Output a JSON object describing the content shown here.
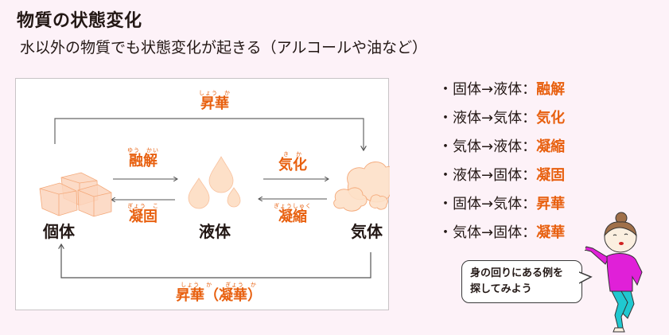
{
  "header": {
    "title": "物質の状態変化",
    "subtitle": "水以外の物質でも状態変化が起きる（アルコールや油など）"
  },
  "diagram": {
    "states": {
      "solid": "個体",
      "liquid": "液体",
      "gas": "気体"
    },
    "transitions": {
      "top": {
        "ruby": "しょう　か",
        "label": "昇華"
      },
      "melting": {
        "ruby": "ゆう　かい",
        "label": "融解"
      },
      "freezing": {
        "ruby": "ぎょう　こ",
        "label": "凝固"
      },
      "vaporization": {
        "ruby": "き　か",
        "label": "気化"
      },
      "condensation": {
        "ruby": "ぎょうしゅく",
        "label": "凝縮"
      },
      "bottom": {
        "ruby": "しょう　か　　ぎょう　か",
        "label": "昇華（凝華）"
      }
    },
    "icons": [
      "ice-cubes-icon",
      "water-drops-icon",
      "cloud-icon"
    ]
  },
  "list": [
    {
      "bullet": "・",
      "from_to": "固体→液体",
      "sep": "：",
      "result": "融解"
    },
    {
      "bullet": "・",
      "from_to": "液体→気体",
      "sep": "：",
      "result": "気化"
    },
    {
      "bullet": "・",
      "from_to": "気体→液体",
      "sep": "：",
      "result": "凝縮"
    },
    {
      "bullet": "・",
      "from_to": "液体→固体",
      "sep": "：",
      "result": "凝固"
    },
    {
      "bullet": "・",
      "from_to": "固体→気体",
      "sep": "：",
      "result": "昇華"
    },
    {
      "bullet": "・",
      "from_to": "気体→固体",
      "sep": "：",
      "result": "凝華"
    }
  ],
  "bubble": {
    "line1": "身の回りにある例を",
    "line2": "探してみよう"
  },
  "colors": {
    "accent": "#e8600f",
    "background": "#fdf2f8",
    "icon_fill": "#fde0c8",
    "icon_stroke": "#f4a97a",
    "shirt": "#e020d8",
    "pants": "#20c8d0"
  }
}
